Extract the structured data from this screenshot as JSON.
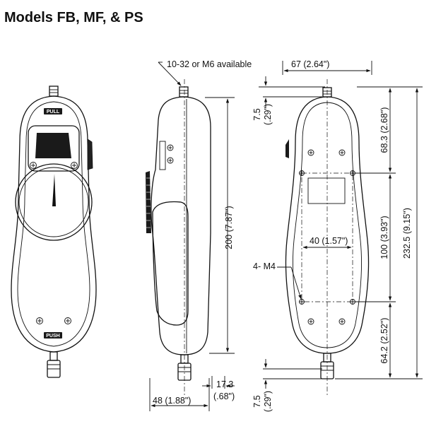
{
  "title": "Models FB, MF, & PS",
  "labels": {
    "pull": "PULL",
    "push": "PUSH",
    "thread_note": "10-32 or M6 available",
    "holes": "4- M4"
  },
  "dimensions": {
    "width_67": "67 (2.64\")",
    "height_200": "200 (7.87\")",
    "depth_48": "48 (1.88\")",
    "offset_17": "17.3",
    "offset_17_in": "(.68\")",
    "tip_top": "7.5",
    "tip_top_in": "(.29\")",
    "hole_top": "68.3 (2.68\")",
    "hole_spacing_v": "100 (3.93\")",
    "overall": "232.5 (9.15\")",
    "hole_spacing_h": "40 (1.57\")",
    "hole_bottom": "64.2 (2.52\")",
    "tip_bottom": "7.5",
    "tip_bottom_in": "(.29\")"
  }
}
